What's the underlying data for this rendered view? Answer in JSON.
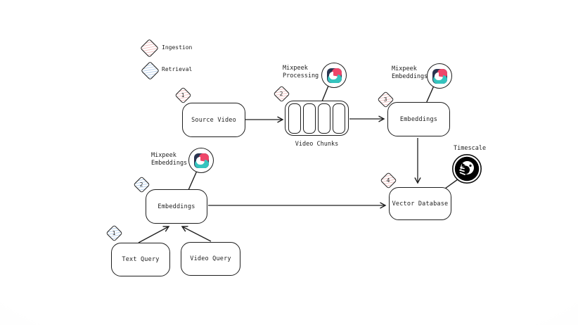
{
  "legend": {
    "ingestion": {
      "label": "Ingestion"
    },
    "retrieval": {
      "label": "Retrieval"
    }
  },
  "steps": {
    "ingest_1": "1",
    "ingest_2": "2",
    "ingest_3": "3",
    "ingest_4": "4",
    "retrieve_1": "1",
    "retrieve_2": "2"
  },
  "nodes": {
    "source_video": {
      "label": "Source Video"
    },
    "video_chunks": {
      "label": "Video Chunks"
    },
    "embeddings_ingest": {
      "label": "Embeddings"
    },
    "vector_database": {
      "label": "Vector Database"
    },
    "embeddings_retrieve": {
      "label": "Embeddings"
    },
    "text_query": {
      "label": "Text Query"
    },
    "video_query": {
      "label": "Video Query"
    }
  },
  "annotations": {
    "mixpeek_processing": {
      "line1": "Mixpeek",
      "line2": "Processing"
    },
    "mixpeek_embeddings_ingest": {
      "line1": "Mixpeek",
      "line2": "Embeddings"
    },
    "mixpeek_embeddings_retrieve": {
      "line1": "Mixpeek",
      "line2": "Embeddings"
    },
    "timescale": {
      "label": "Timescale"
    }
  },
  "colors": {
    "stroke": "#1e1e1e",
    "ingestion_hatch": "#e77070",
    "retrieval_hatch": "#609ad9",
    "mixpeek_navy": "#2a3550",
    "mixpeek_pink": "#ef4669",
    "mixpeek_teal": "#35c4be",
    "timescale_bg": "#000000"
  }
}
